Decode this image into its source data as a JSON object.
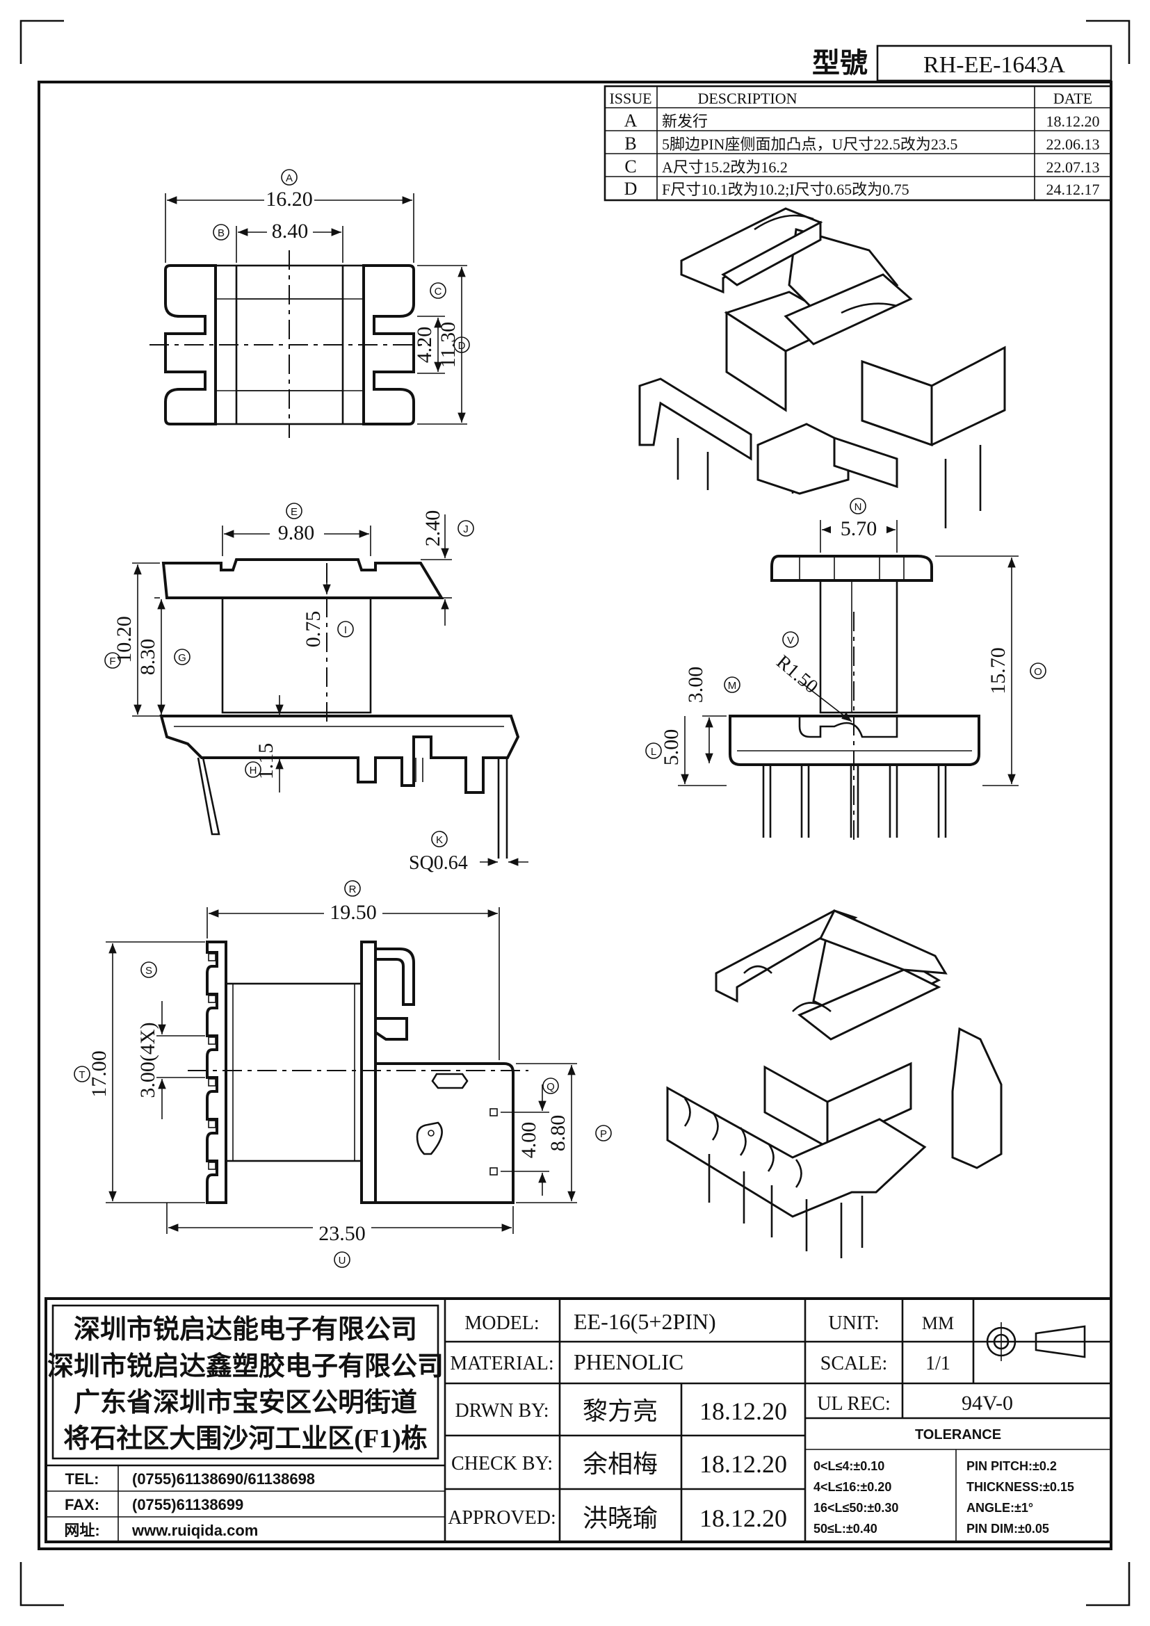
{
  "title_block": {
    "model_label": "型號",
    "model_no": "RH-EE-1643A"
  },
  "revision_table": {
    "headers": [
      "ISSUE",
      "DESCRIPTION",
      "DATE"
    ],
    "rows": [
      {
        "issue": "A",
        "description": "新发行",
        "date": "18.12.20"
      },
      {
        "issue": "B",
        "description": "5脚边PIN座侧面加凸点，U尺寸22.5改为23.5",
        "date": "22.06.13"
      },
      {
        "issue": "C",
        "description": "A尺寸15.2改为16.2",
        "date": "22.07.13"
      },
      {
        "issue": "D",
        "description": "F尺寸10.1改为10.2;I尺寸0.65改为0.75",
        "date": "24.12.17"
      }
    ]
  },
  "dimensions": {
    "A": "16.20",
    "B": "8.40",
    "C": "4.20",
    "D": "11.30",
    "E": "9.80",
    "J": "2.40",
    "I": "0.75",
    "F": "10.20",
    "G": "8.30",
    "H": "1.15",
    "K": "SQ0.64",
    "N": "5.70",
    "V": "R1.50",
    "M": "3.00",
    "L": "5.00",
    "O": "15.70",
    "R": "19.50",
    "S": "3.00(4X)",
    "T": "17.00",
    "Q": "4.00",
    "P": "8.80",
    "U": "23.50"
  },
  "balloons": {
    "A": "A",
    "B": "B",
    "C": "C",
    "D": "D",
    "E": "E",
    "J": "J",
    "I": "I",
    "F": "F",
    "G": "G",
    "H": "H",
    "K": "K",
    "N": "N",
    "V": "V",
    "M": "M",
    "L": "L",
    "O": "O",
    "R": "R",
    "S": "S",
    "T": "T",
    "Q": "Q",
    "P": "P",
    "U": "U"
  },
  "company": {
    "line1": "深圳市锐启达能电子有限公司",
    "line2": "深圳市锐启达鑫塑胶电子有限公司",
    "line3": "广东省深圳市宝安区公明街道",
    "line4": "将石社区大围沙河工业区(F1)栋",
    "tel_label": "TEL:",
    "tel": "(0755)61138690/61138698",
    "fax_label": "FAX:",
    "fax": "(0755)61138699",
    "web_label": "网址:",
    "web": "www.ruiqida.com"
  },
  "spec": {
    "model_label": "MODEL:",
    "model": "EE-16(5+2PIN)",
    "material_label": "MATERIAL:",
    "material": "PHENOLIC",
    "drawn_label": "DRWN BY:",
    "drawn_by": "黎方亮",
    "drawn_date": "18.12.20",
    "check_label": "CHECK BY:",
    "check_by": "余相梅",
    "check_date": "18.12.20",
    "approved_label": "APPROVED:",
    "approved_by": "洪晓瑜",
    "approved_date": "18.12.20",
    "unit_label": "UNIT:",
    "unit": "MM",
    "scale_label": "SCALE:",
    "scale": "1/1",
    "ul_label": "UL REC:",
    "ul": "94V-0",
    "tolerance_label": "TOLERANCE",
    "tol_1": "0<L≤4:±0.10",
    "tol_2": "4<L≤16:±0.20",
    "tol_3": "16<L≤50:±0.30",
    "tol_4": "50≤L:±0.40",
    "tol_5": "PIN PITCH:±0.2",
    "tol_6": "THICKNESS:±0.15",
    "tol_7": "ANGLE:±1°",
    "tol_8": "PIN DIM:±0.05"
  }
}
